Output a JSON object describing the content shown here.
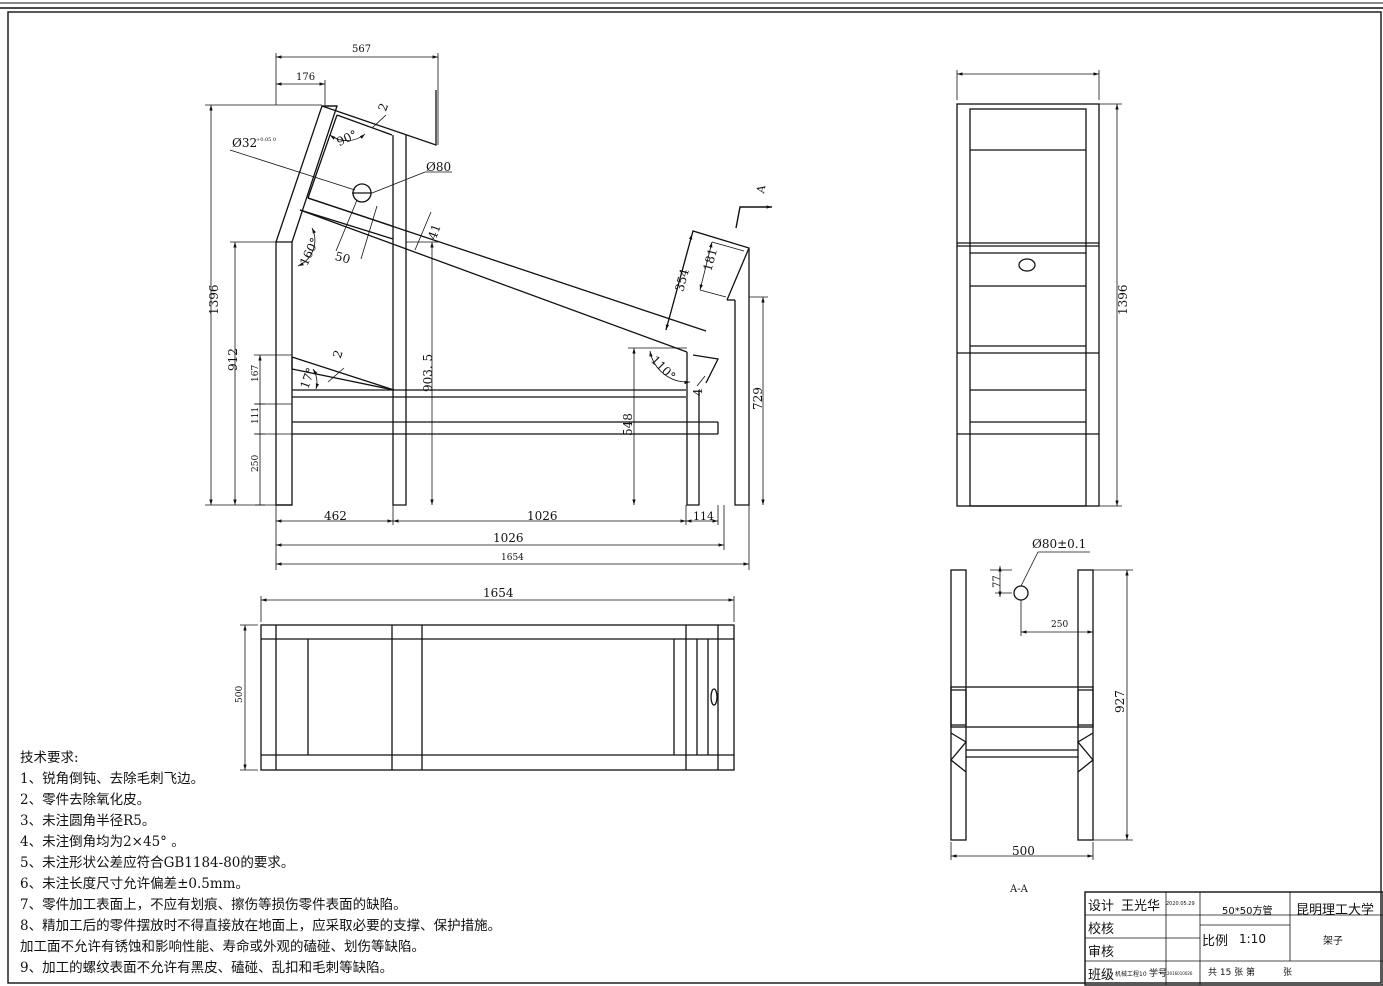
{
  "dimensions": {
    "top_width_567": "567",
    "seat_176": "176",
    "thick_2a": "2",
    "angle_90": "90°",
    "hole_32": "Ø32",
    "hole_32_tol": "+0.05 0",
    "hole_80": "Ø80",
    "dim_50": "50",
    "dim_41": "41",
    "angle_160": "160°",
    "dim_354": "354",
    "dim_181": "181",
    "section_A_top": "A",
    "height_1396": "1396",
    "height_912": "912",
    "dim_167": "167",
    "thick_2b": "2",
    "angle_17": "17°",
    "dim_111": "111",
    "dim_250": "250",
    "height_903_5": "903. 5",
    "height_548": "548",
    "angle_110": "110°",
    "dim_4": "4",
    "height_729": "729",
    "len_462": "462",
    "len_1026a": "1026",
    "len_114": "114",
    "len_1026b": "1026",
    "len_1654a": "1654",
    "side_height_1396": "1396",
    "plan_1654": "1654",
    "plan_500": "500",
    "sec_hole": "Ø80±0.1",
    "sec_77": "77",
    "sec_250": "250",
    "sec_927": "927",
    "sec_500": "500",
    "sec_label": "A-A"
  },
  "notes": {
    "title": "技术要求:",
    "items": [
      "1、锐角倒钝、去除毛刺飞边。",
      "2、零件去除氧化皮。",
      "3、未注圆角半径R5。",
      "4、未注倒角均为2×45° 。",
      "5、未注形状公差应符合GB1184-80的要求。",
      "6、未注长度尺寸允许偏差±0.5mm。",
      "7、零件加工表面上，不应有划痕、擦伤等损伤零件表面的缺陷。",
      "8、精加工后的零件摆放时不得直接放在地面上，应采取必要的支撑、保护措施。",
      "加工面不允许有锈蚀和影响性能、寿命或外观的磕碰、划伤等缺陷。",
      "9、加工的螺纹表面不允许有黑皮、磕碰、乱扣和毛刺等缺陷。"
    ]
  },
  "title_block": {
    "design_label": "设计",
    "designer": "王光华",
    "date": "2020.05.29",
    "material": "50*50方管",
    "school": "昆明理工大学",
    "check_label": "校核",
    "review_label": "审核",
    "scale_label": "比例",
    "scale": "1:10",
    "part_name": "架子",
    "class_label": "班级",
    "class": "机械工程10",
    "student_label": "学号",
    "student_no": "2016010026",
    "sheets": "共 15 张 第",
    "sheet_suffix": "张"
  }
}
